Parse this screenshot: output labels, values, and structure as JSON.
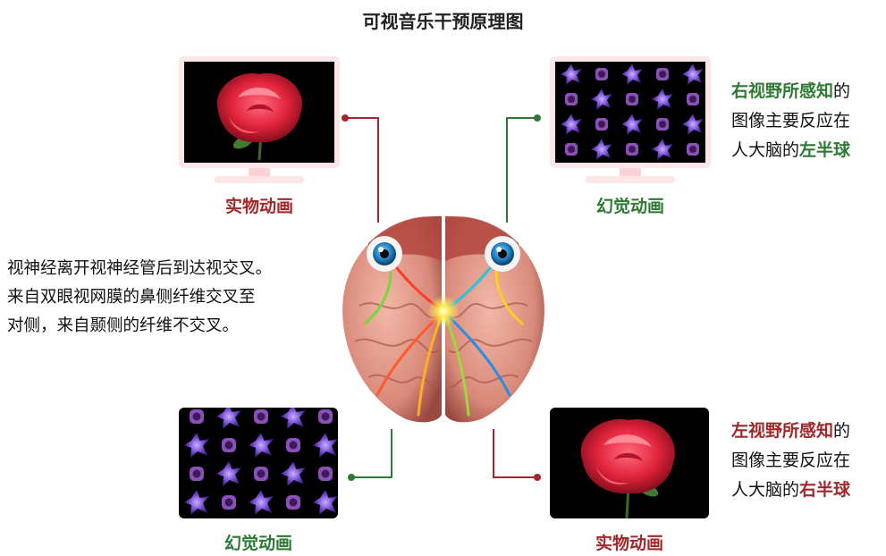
{
  "title": "可视音乐干预原理图",
  "captions": {
    "top_left": "实物动画",
    "top_right": "幻觉动画",
    "bottom_left": "幻觉动画",
    "bottom_right": "实物动画"
  },
  "left_explanation": {
    "line1": "视神经离开视神经管后到达视交叉。",
    "line2": "来自双眼视网膜的鼻侧纤维交叉至",
    "line3": "对侧，来自颞侧的纤维不交叉。"
  },
  "right_top_note": {
    "highlight1": "右视野所感知",
    "text1": "的",
    "line2": "图像主要反应在",
    "text3": "人大脑的",
    "highlight3": "左半球"
  },
  "right_bottom_note": {
    "highlight1": "左视野所感知",
    "text1": "的",
    "line2": "图像主要反应在",
    "text3": "人大脑的",
    "highlight3": "右半球"
  },
  "colors": {
    "real_accent": "#a0282b",
    "illusion_accent": "#2e7a35",
    "monitor_frame": "#fde6e8",
    "screen_bg": "#000000",
    "rose": "#e0233b",
    "pattern_purple": "#7b4fd6"
  },
  "icons": {
    "rose_image": "rose-image",
    "pattern_image": "kaleidoscope-pattern-image",
    "brain_image": "brain-with-eyes-image"
  }
}
